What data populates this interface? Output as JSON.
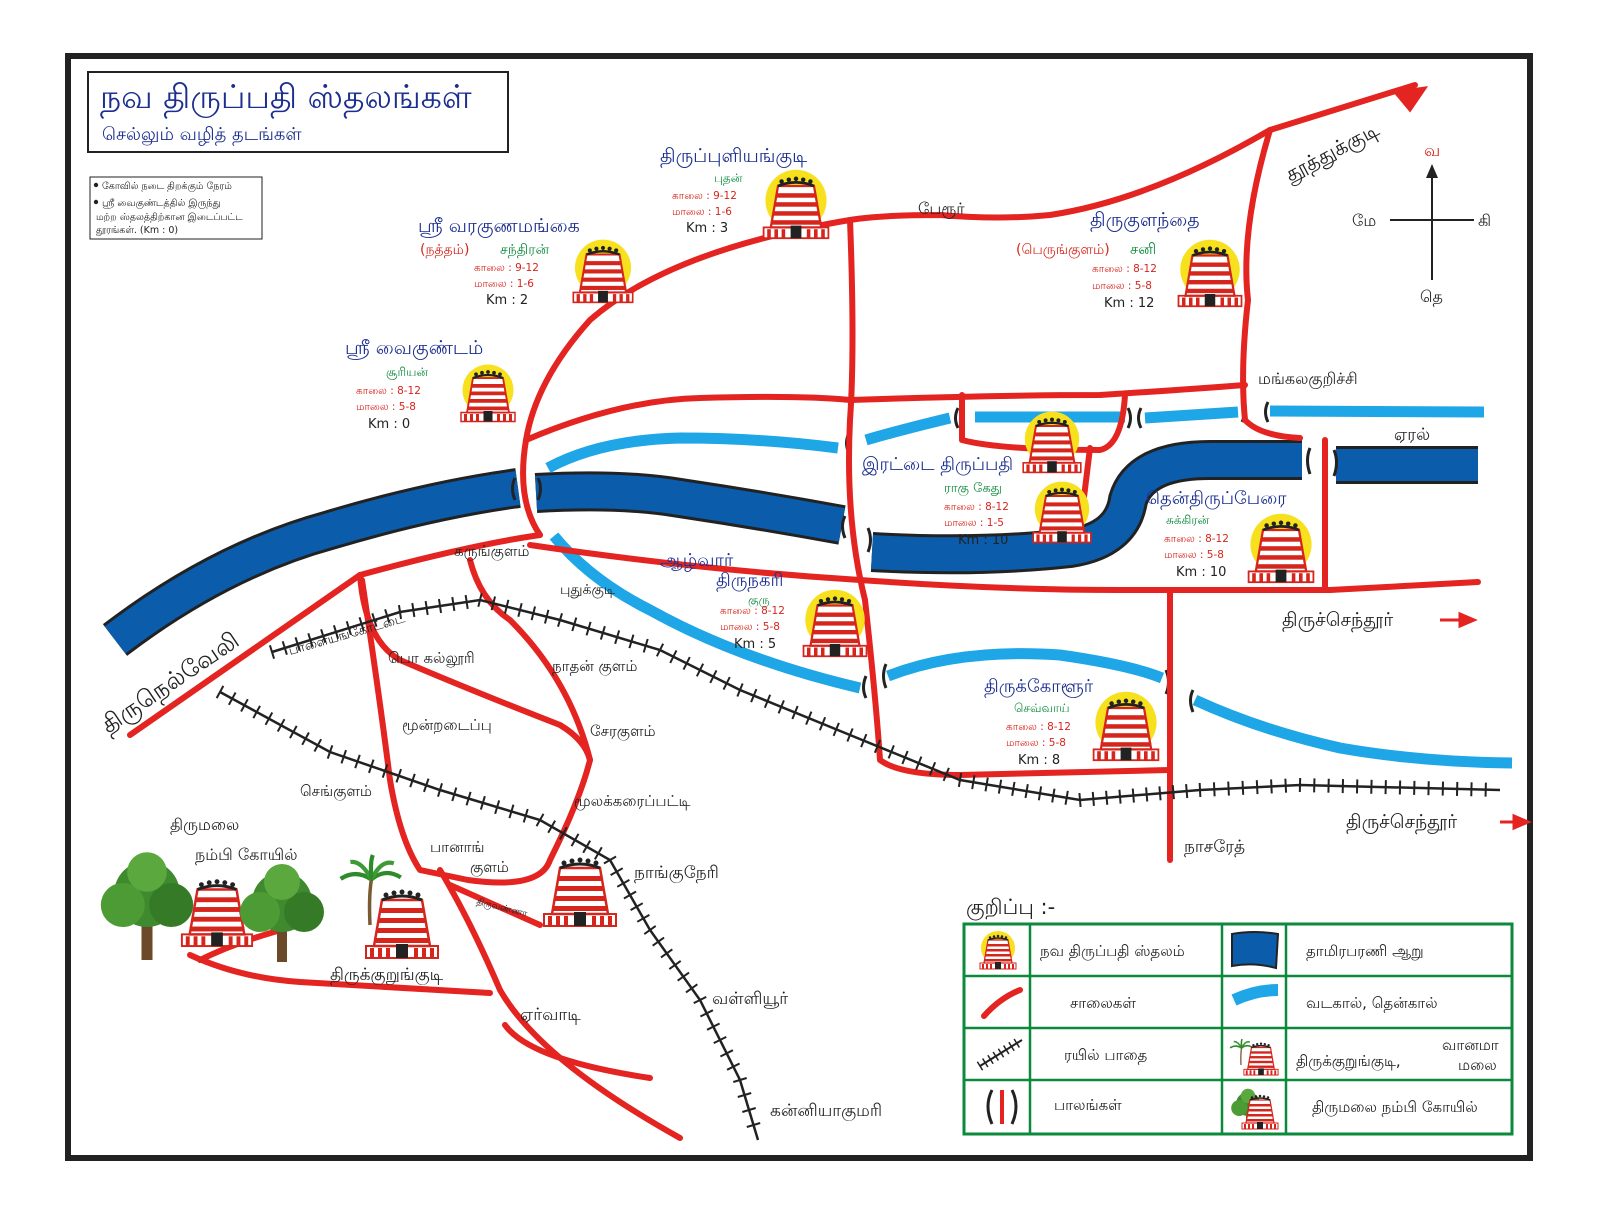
{
  "title": {
    "main": "நவ திருப்பதி ஸ்தலங்கள்",
    "sub": "செல்லும் வழித் தடங்கள்"
  },
  "note": {
    "line1": "கோவில் நடை திறக்கும் நேரம்",
    "line2": "ஸ்ரீ வைகுண்டத்தில் இருந்து",
    "line3": "மற்ற ஸ்தலத்திற்கான இடைப்பட்ட",
    "line4": "தூரங்கள். (Km : 0)"
  },
  "compass": {
    "north": "வ",
    "west": "மே",
    "east": "கி",
    "south": "தெ"
  },
  "temples": {
    "srivaikuntam": {
      "name": "ஸ்ரீ வைகுண்டம்",
      "planet": "சூரியன்",
      "morning": "காலை : 8-12",
      "evening": "மாலை : 5-8",
      "km": "Km : 0"
    },
    "varagunamangai": {
      "name": "ஸ்ரீ வரகுணமங்கை",
      "alt": "(நத்தம்)",
      "planet": "சந்திரன்",
      "morning": "காலை : 9-12",
      "evening": "மாலை : 1-6",
      "km": "Km : 2"
    },
    "thirupuliyangudi": {
      "name": "திருப்புளியங்குடி",
      "planet": "புதன்",
      "morning": "காலை : 9-12",
      "evening": "மாலை : 1-6",
      "km": "Km : 3"
    },
    "thirukulanthai": {
      "name": "திருகுளந்தை",
      "alt": "(பெருங்குளம்)",
      "planet": "சனி",
      "morning": "காலை : 8-12",
      "evening": "மாலை : 5-8",
      "km": "Km : 12"
    },
    "irattai": {
      "name": "இரட்டை திருப்பதி",
      "planet": "ராகு  கேது",
      "morning": "காலை : 8-12",
      "evening": "மாலை : 1-5",
      "km": "Km : 10"
    },
    "thenthiruperai": {
      "name": "தென்திருப்பேரை",
      "planet": "சுக்கிரன்",
      "morning": "காலை : 8-12",
      "evening": "மாலை : 5-8",
      "km": "Km : 10"
    },
    "alwarthirunagari": {
      "name1": "ஆழ்வார்",
      "name2": "திருநகரி",
      "planet": "குரு",
      "morning": "காலை : 8-12",
      "evening": "மாலை : 5-8",
      "km": "Km : 5"
    },
    "thirukolur": {
      "name": "திருக்கோளூர்",
      "planet": "செவ்வாய்",
      "morning": "காலை : 8-12",
      "evening": "மாலை : 5-8",
      "km": "Km : 8"
    }
  },
  "places": {
    "thoothukudi": "தூத்துக்குடி",
    "perur": "பேரூர்",
    "mangalakurichi": "மங்கலகுறிச்சி",
    "eral": "ஏரல்",
    "tiruchendur1": "திருச்செந்தூர்",
    "tiruchendur2": "திருச்செந்தூர்",
    "tirunelveli": "திருநெல்வேலி",
    "palayamkottai": "பாளையங்கோட்டை",
    "karungulam": "கருங்குளம்",
    "puthukudi": "புதுக்குடி",
    "pokalluri": "பொ கல்லூரி",
    "nathankulam": "நாதன் குளம்",
    "moondradaippu": "மூன்றடைப்பு",
    "serakulam": "சேரகுளம்",
    "sengulam": "செங்குளம்",
    "moolakaraipatti": "மூலக்கரைப்பட்டி",
    "panangulam1": "பானாங்",
    "panangulam2": "குளம்",
    "thirumalai1": "திருமலை",
    "thirumalai2": "நம்பி கோயில்",
    "thirukkurungudi": "திருக்குறுங்குடி",
    "thiruvanna": "திருவண்ணா",
    "nanguneri": "நாங்குநேரி",
    "valliyur": "வள்ளியூர்",
    "ervadi": "ஏர்வாடி",
    "kanyakumari": "கன்னியாகுமரி",
    "nazareth": "நாசரேத்"
  },
  "legend": {
    "heading": "குறிப்பு :-",
    "temple": "நவ திருப்பதி ஸ்தலம்",
    "river": "தாமிரபரணி ஆறு",
    "roads": "சாலைகள்",
    "canals": "வடகால்,  தென்கால்",
    "rail": "ரயில் பாதை",
    "kurungudi": "திருக்குறுங்குடி,",
    "vanamamalai1": "வானமா",
    "vanamamalai2": "மலை",
    "bridges": "பாலங்கள்",
    "nambi": "திருமலை நம்பி கோயில்"
  },
  "colors": {
    "road": "#e32420",
    "river": "#0b5cab",
    "canal": "#1ea6e6",
    "rail": "#222222",
    "blue_text": "#1c2f8f",
    "red_text": "#d6251c",
    "green_text": "#0c8a3c",
    "frame": "#222222"
  }
}
